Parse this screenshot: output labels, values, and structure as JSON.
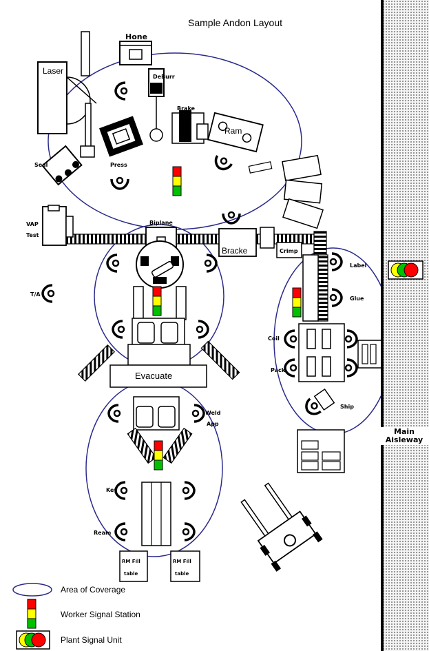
{
  "title": "Sample Andon Layout",
  "aisle": {
    "line1": "Main",
    "line2": "Aisleway"
  },
  "stations": {
    "hone": "Hone",
    "laser": "Laser",
    "deburr": "DeBurr",
    "brake": "Brake",
    "ram": "Ram",
    "seal": "Seal",
    "press": "Press",
    "vap": "VAP",
    "test": "Test",
    "biplane": "Biplane",
    "bracket": "Bracke",
    "crimp": "Crimp",
    "label": "Label",
    "glue": "Glue",
    "coil": "Coil",
    "pack": "Pack",
    "ship": "Ship",
    "ta": "T/A",
    "evacuate": "Evacuate",
    "weld_app_1": "Weld",
    "weld_app_2": "App",
    "key": "Key",
    "ream": "Ream",
    "rm_table_1_a": "RM Fill",
    "rm_table_1_b": "table",
    "rm_table_2_a": "RM Fill",
    "rm_table_2_b": "table"
  },
  "legend": {
    "coverage": "Area of Coverage",
    "worker_signal": "Worker Signal Station",
    "plant_signal": "Plant Signal Unit"
  },
  "colors": {
    "coverage": "#2b2b8c",
    "signal_red": "#ff0000",
    "signal_yellow": "#ffff00",
    "signal_green": "#00c000",
    "aisle_bg": "#f4f4f4"
  }
}
